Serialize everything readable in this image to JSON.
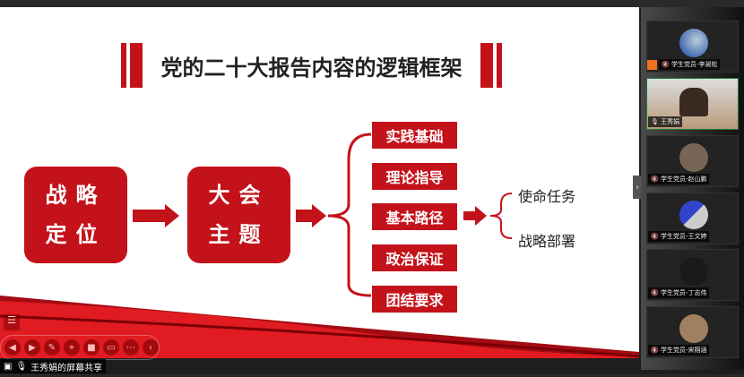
{
  "slide": {
    "title": "党的二十大报告内容的逻辑框架",
    "box1": [
      "战略",
      "定位"
    ],
    "box2": [
      "大会",
      "主题"
    ],
    "items": [
      "实践基础",
      "理论指导",
      "基本路径",
      "政治保证",
      "团结要求"
    ],
    "outputs": [
      "使命任务",
      "战略部署"
    ]
  },
  "share_label": "王秀娟的屏幕共享",
  "toolbar": [
    "prev-icon",
    "next-icon",
    "pen-icon",
    "screenshot-icon",
    "camera-icon",
    "chat-icon",
    "more-icon",
    "collapse-icon"
  ],
  "participants": [
    {
      "name": "学生党员-李昶松",
      "muted": true,
      "host": true
    },
    {
      "name": "王秀娟",
      "muted": false
    },
    {
      "name": "学生党员-赵山鹏",
      "muted": true
    },
    {
      "name": "学生党员-王文婷",
      "muted": true
    },
    {
      "name": "学生党员-丁志伟",
      "muted": true
    },
    {
      "name": "学生党员-宋翔涵",
      "muted": true
    }
  ]
}
